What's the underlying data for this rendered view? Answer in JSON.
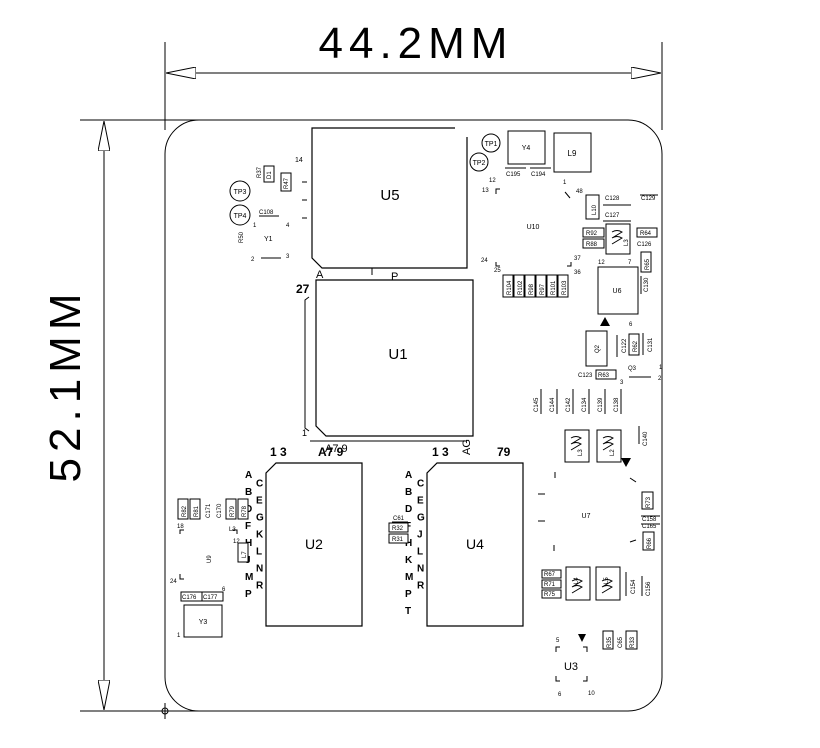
{
  "dimensions": {
    "width_label": "44.2MM",
    "height_label": "52.1MM"
  },
  "chips": {
    "u5": "U5",
    "u1": "U1",
    "u2": "U2",
    "u4": "U4",
    "u7": "U7",
    "u6": "U6",
    "u10": "U10",
    "u9": "U9",
    "u3": "U3",
    "y1": "Y1",
    "y3": "Y3",
    "y4": "Y4",
    "l9": "L9",
    "q2": "Q2",
    "q3": "Q3"
  },
  "testpoints": {
    "tp1": "TP1",
    "tp2": "TP2",
    "tp3": "TP3",
    "tp4": "TP4"
  },
  "u1_labels": {
    "a": "A",
    "p": "P",
    "n27": "27",
    "n1": "1",
    "bottom": "A7 9",
    "bottom_right": "AG"
  },
  "u2_labels": {
    "top": "1 3",
    "top_right": "A7 9",
    "rows_left": [
      "A",
      "B",
      "D",
      "F",
      "H",
      "J",
      "M",
      "P"
    ],
    "rows_right": [
      "C",
      "E",
      "G",
      "K",
      "L",
      "N",
      "R"
    ]
  },
  "u4_labels": {
    "top": "1 3",
    "top_right": "79",
    "rows_left": [
      "A",
      "B",
      "D",
      "F",
      "H",
      "K",
      "M",
      "P",
      "T"
    ],
    "rows_right": [
      "C",
      "E",
      "G",
      "J",
      "L",
      "N",
      "R"
    ]
  },
  "pin_numbers": {
    "u5_14": "14",
    "y1_1": "1",
    "y1_4": "4",
    "y1_2": "2",
    "y1_3": "3",
    "u10_12": "12",
    "u10_13": "13",
    "u10_1": "1",
    "u10_48": "48",
    "u10_24": "24",
    "u10_25": "25",
    "u10_36": "36",
    "u10_37": "37",
    "u6_12": "12",
    "u6_7": "7",
    "u6_6": "6",
    "q3_1": "1",
    "q3_2": "2",
    "q3_3": "3",
    "u9_18": "18",
    "u9_12": "12",
    "u9_24": "24",
    "u9_6": "6",
    "y3_1": "1",
    "u3_5": "5",
    "u3_6": "6",
    "u3_10": "10"
  },
  "passives": {
    "r37": "R37",
    "d1": "D1",
    "r47": "R47",
    "c108": "C108",
    "r50": "R50",
    "c195": "C195",
    "c194": "C194",
    "l10": "L10",
    "c128": "C128",
    "c129": "C129",
    "c127": "C127",
    "r92": "R92",
    "r88": "R88",
    "l3": "L3",
    "r64": "R64",
    "c126": "C126",
    "r65": "R65",
    "c130": "C130",
    "r104": "R104",
    "r102": "R102",
    "r98": "R98",
    "r97": "R97",
    "r101": "R101",
    "r103": "R103",
    "c122": "C122",
    "r62": "R62",
    "c131": "C131",
    "c123": "C123",
    "r63": "R63",
    "c145": "C145",
    "c144": "C144",
    "c142": "C142",
    "c134": "C134",
    "c139": "C139",
    "c138": "C138",
    "c140": "C140",
    "l3b": "L3",
    "l2": "L2",
    "r73": "R73",
    "c158": "C158",
    "c165": "C165",
    "r66": "R66",
    "r67": "R67",
    "r71": "R71",
    "r75": "R75",
    "l4": "L4",
    "l5": "L5",
    "c154": "C154",
    "c156": "C156",
    "r35": "R35",
    "c65": "C65",
    "r33": "R33",
    "r82": "R82",
    "r81": "R81",
    "c171": "C171",
    "c170": "C170",
    "r79": "R79",
    "r78": "R78",
    "l3c": "L3",
    "c61": "C61",
    "r32": "R32",
    "r31": "R31",
    "l7": "L7",
    "c176": "C176",
    "c177": "C177"
  }
}
